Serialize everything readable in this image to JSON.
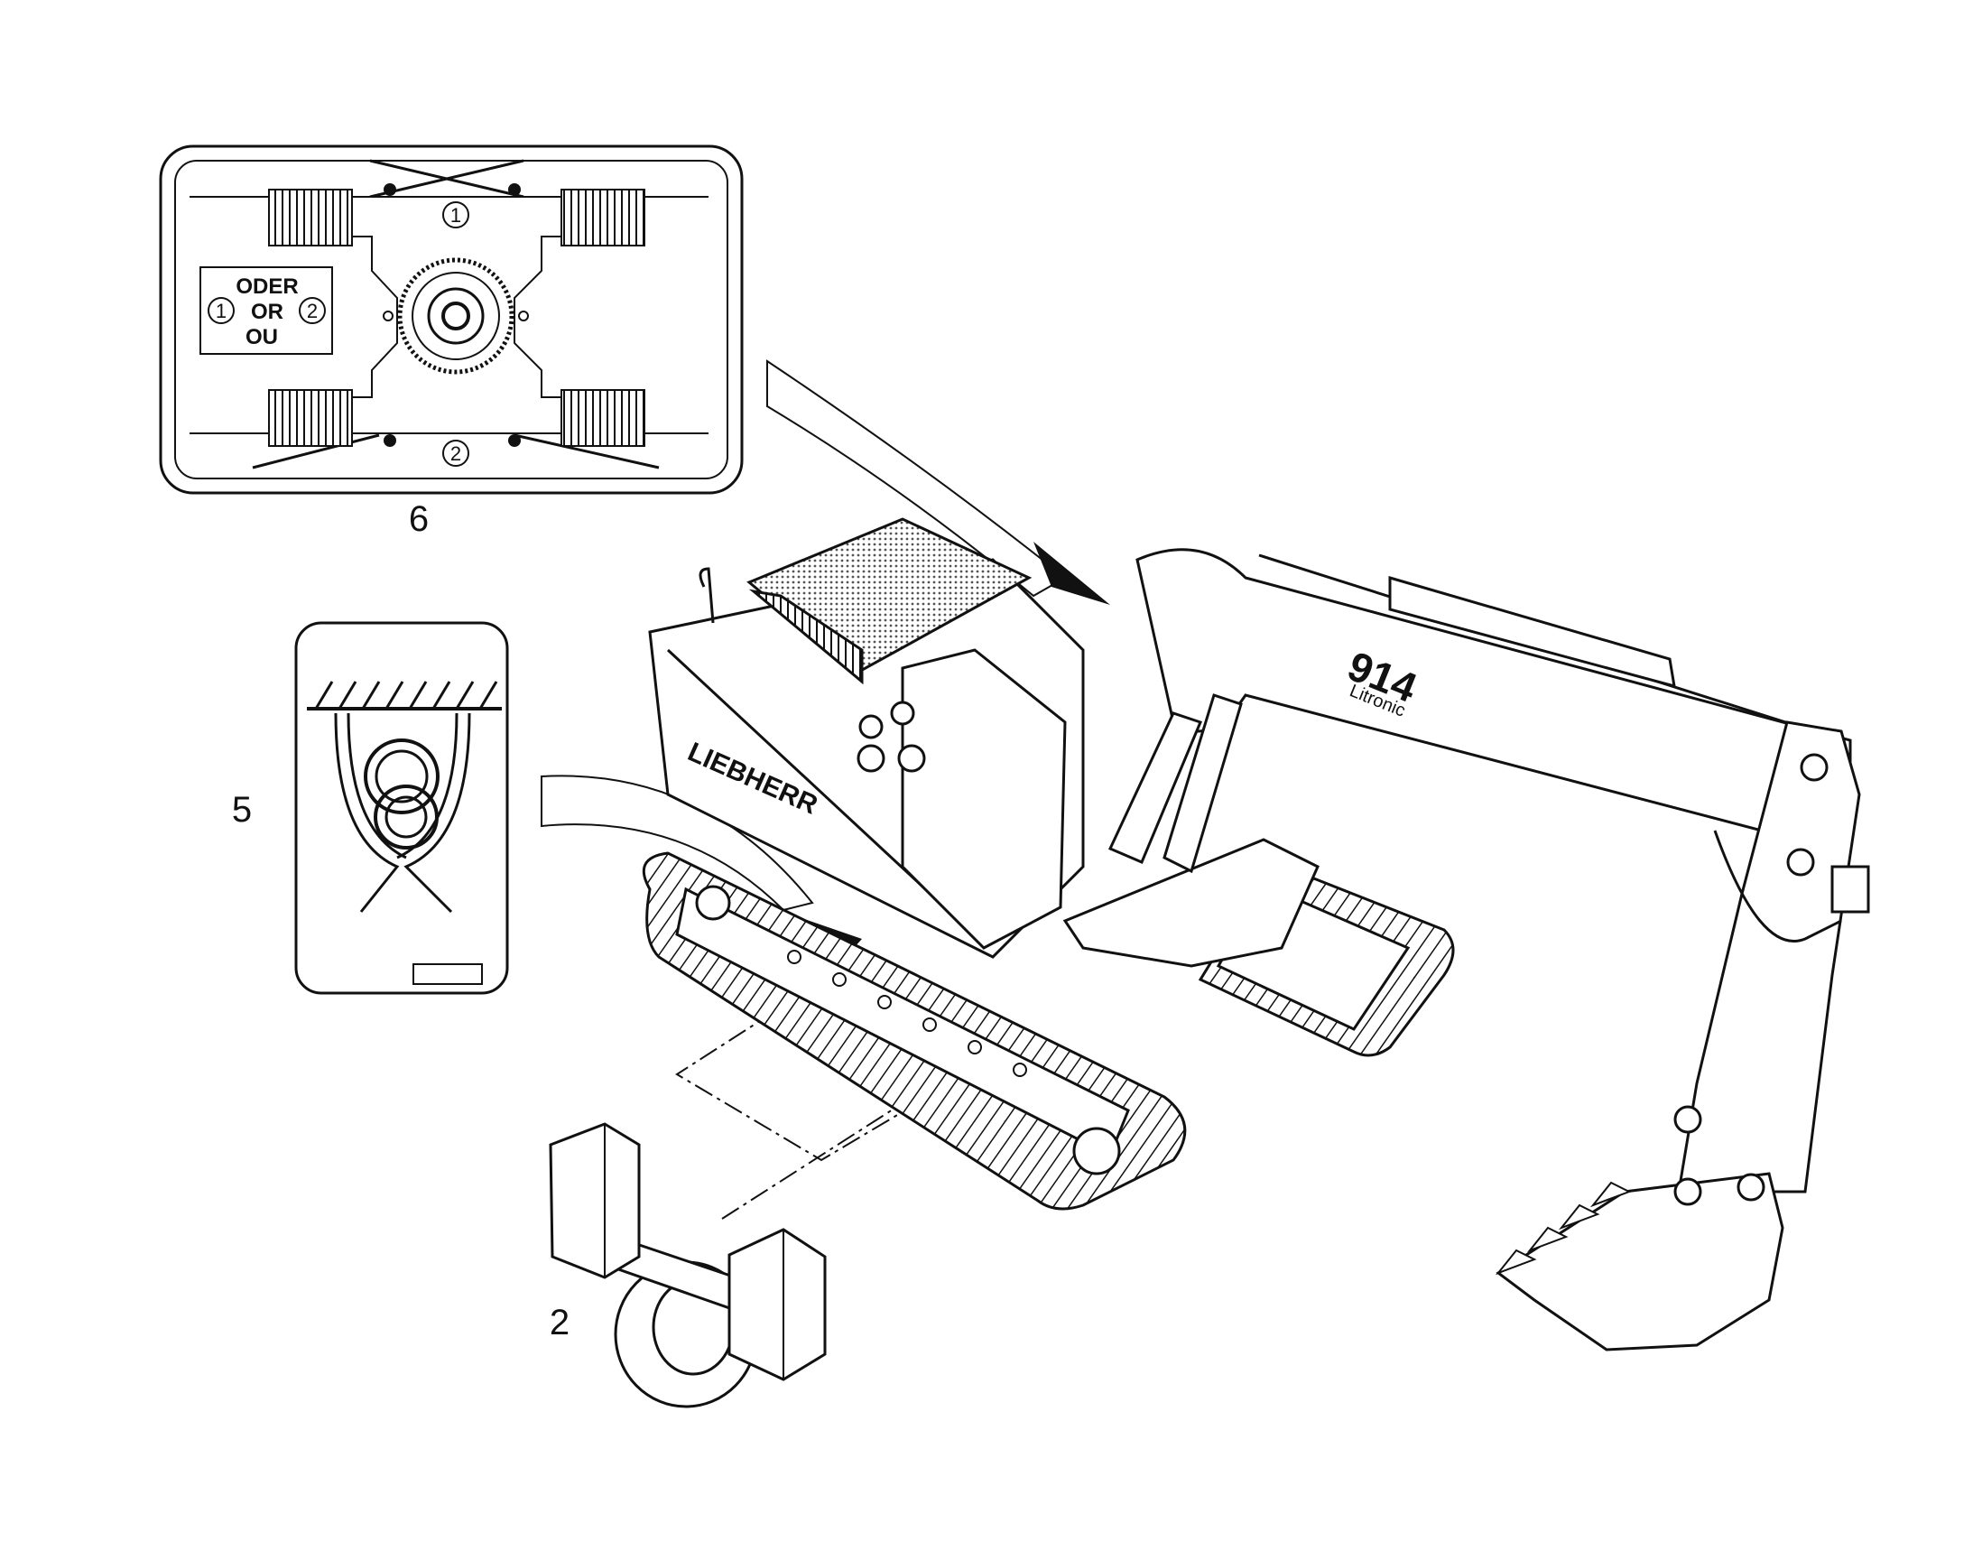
{
  "callouts": {
    "item_2": "2",
    "item_5": "5",
    "item_6": "6"
  },
  "decal_6": {
    "marker_top": "1",
    "marker_bottom": "2",
    "legend_left": "1",
    "legend_right": "2",
    "legend_lines": [
      "ODER",
      "OR",
      "OU"
    ]
  },
  "machine": {
    "model": "914",
    "variant": "Litronic",
    "brand": "LIEBHERR"
  },
  "icons": [
    "lifting-decal-icon",
    "lashing-decal-icon",
    "towing-shackle-icon",
    "excavator-illustration"
  ]
}
